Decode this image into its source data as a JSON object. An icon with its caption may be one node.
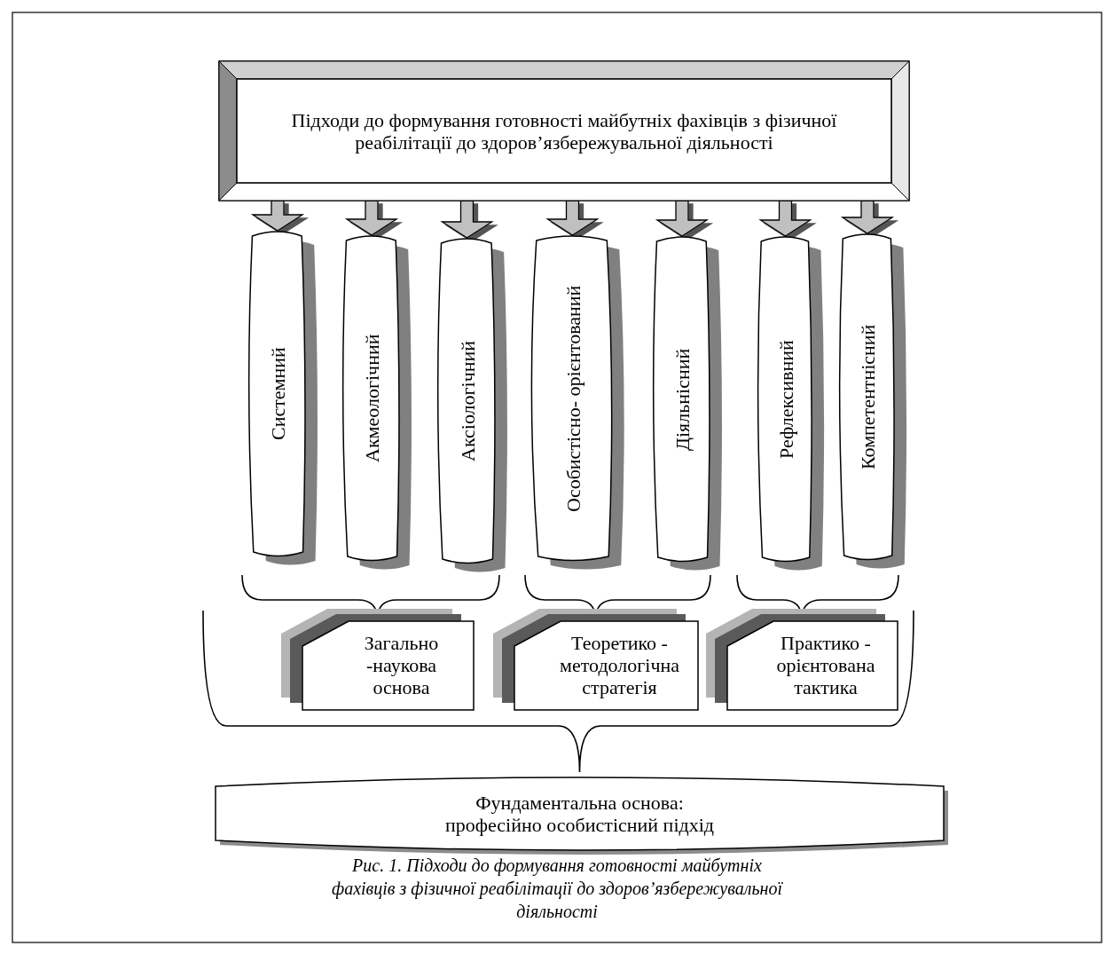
{
  "diagram": {
    "caption": "Рис. 1. Підходи до формування готовності майбутніх фахівців з фізичної реабілітації до здоров’язбережувальної діяльності",
    "nodes": [
      {
        "text": [
          "Підходи до формування готовності майбутніх фахівців  з фізичної реабілітації до здоров’язбережувальної діяльності"
        ]
      },
      {
        "text": [
          "Системний"
        ]
      },
      {
        "text": [
          "Акмеологічний"
        ]
      },
      {
        "text": [
          "Аксіологічний"
        ]
      },
      {
        "text": [
          "Особистісно- орієнтований"
        ]
      },
      {
        "text": [
          "Діяльнісний"
        ]
      },
      {
        "text": [
          "Рефлексивний"
        ]
      },
      {
        "text": [
          "Компетентнісний"
        ]
      },
      {
        "text": [
          "Загально -наукова основа"
        ]
      },
      {
        "text": [
          "Теоретико - методологічна стратегія"
        ]
      },
      {
        "text": [
          "Практико - орієнтована тактика"
        ]
      },
      {
        "text": [
          "Фундаментальна основа: професійно особистісний підхід"
        ]
      }
    ],
    "edges": [
      {
        "from": 0,
        "to": 1,
        "arrow": "to"
      },
      {
        "from": 0,
        "to": 2,
        "arrow": "to"
      },
      {
        "from": 0,
        "to": 3,
        "arrow": "to"
      },
      {
        "from": 0,
        "to": 4,
        "arrow": "to"
      },
      {
        "from": 0,
        "to": 5,
        "arrow": "to"
      },
      {
        "from": 0,
        "to": 6,
        "arrow": "to"
      },
      {
        "from": 0,
        "to": 7,
        "arrow": "to"
      }
    ]
  }
}
